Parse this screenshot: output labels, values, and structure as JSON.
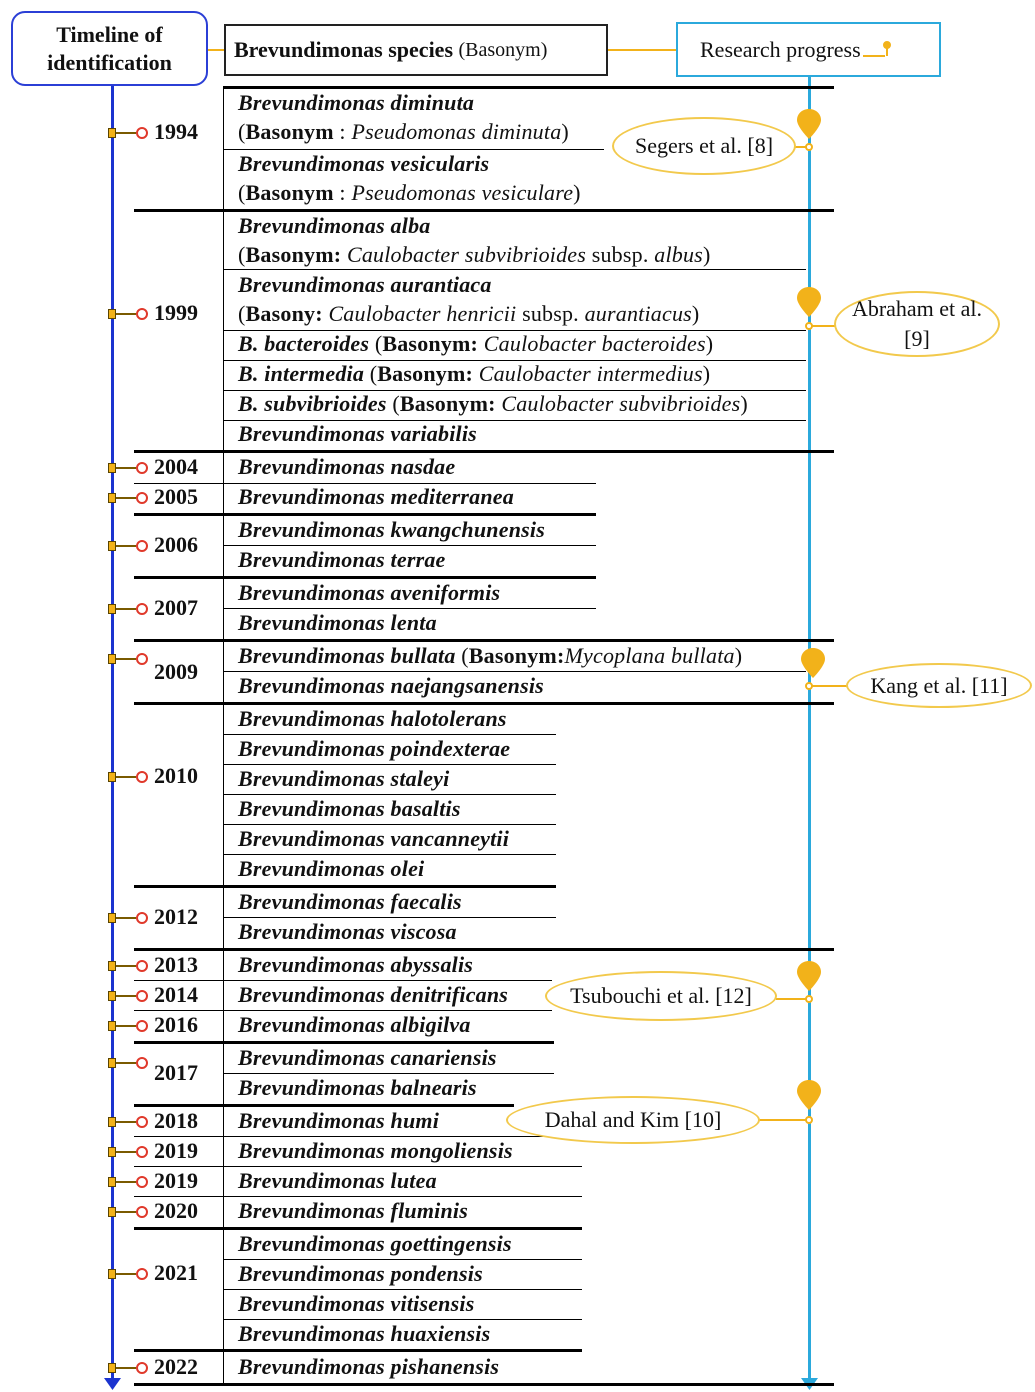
{
  "headers": {
    "timeline": [
      "Timeline of",
      "identification"
    ],
    "species_bold": "Brevundimonas species",
    "species_note": "(Basonym)",
    "research": "Research progress"
  },
  "years": {
    "y1994": "1994",
    "y1999": "1999",
    "y2004": "2004",
    "y2005": "2005",
    "y2006": "2006",
    "y2007": "2007",
    "y2009": "2009",
    "y2010": "2010",
    "y2012": "2012",
    "y2013": "2013",
    "y2014": "2014",
    "y2016": "2016",
    "y2017": "2017",
    "y2018": "2018",
    "y2019a": "2019",
    "y2019b": "2019",
    "y2020": "2020",
    "y2021": "2021",
    "y2022": "2022"
  },
  "species": {
    "diminuta": "Brevundimonas diminuta",
    "diminuta_basonym_label": "Basonym",
    "diminuta_basonym": "Pseudomonas diminuta",
    "vesicularis": "Brevundimonas vesicularis",
    "vesicularis_basonym_label": "Basonym",
    "vesicularis_basonym": "Pseudomonas vesiculare",
    "alba": "Brevundimonas alba",
    "alba_basonym_label": "Basonym:",
    "alba_basonym_a": "Caulobacter subvibrioides",
    "alba_basonym_b": "subsp.",
    "alba_basonym_c": "albus",
    "aurantiaca": "Brevundimonas aurantiaca",
    "aurantiaca_basonym_label": "Basony:",
    "aurantiaca_basonym_a": "Caulobacter henricii",
    "aurantiaca_basonym_b": "subsp.",
    "aurantiaca_basonym_c": "aurantiacus",
    "bacteroides": "B. bacteroides",
    "bacteroides_basonym_label": "Basonym:",
    "bacteroides_basonym": "Caulobacter bacteroides",
    "intermedia": "B. intermedia",
    "intermedia_basonym_label": "Basonym:",
    "intermedia_basonym": "Caulobacter intermedius",
    "subvibrioides": "B. subvibrioides",
    "subvibrioides_basonym_label": "Basonym:",
    "subvibrioides_basonym": "Caulobacter subvibrioides",
    "variabilis": "Brevundimonas variabilis",
    "nasdae": "Brevundimonas nasdae",
    "mediterranea": "Brevundimonas mediterranea",
    "kwangchunensis": "Brevundimonas kwangchunensis",
    "terrae": "Brevundimonas terrae",
    "aveniformis": "Brevundimonas aveniformis",
    "lenta": "Brevundimonas lenta",
    "bullata": "Brevundimonas bullata",
    "bullata_basonym_label": "Basonym:",
    "bullata_basonym": "Mycoplana bullata",
    "naejangsanensis": "Brevundimonas naejangsanensis",
    "halotolerans": "Brevundimonas halotolerans",
    "poindexterae": "Brevundimonas poindexterae",
    "staleyi": "Brevundimonas staleyi",
    "basaltis": "Brevundimonas basaltis",
    "vancanneytii": "Brevundimonas vancanneytii",
    "olei": "Brevundimonas olei",
    "faecalis": "Brevundimonas faecalis",
    "viscosa": "Brevundimonas viscosa",
    "abyssalis": "Brevundimonas abyssalis",
    "denitrificans": "Brevundimonas denitrificans",
    "albigilva": "Brevundimonas albigilva",
    "canariensis": "Brevundimonas canariensis",
    "balnearis": "Brevundimonas balnearis",
    "humi": "Brevundimonas humi",
    "mongoliensis": "Brevundimonas mongoliensis",
    "lutea": "Brevundimonas lutea",
    "fluminis": "Brevundimonas fluminis",
    "goettingensis": "Brevundimonas goettingensis",
    "pondensis": "Brevundimonas pondensis",
    "vitisensis": "Brevundimonas vitisensis",
    "huaxiensis": "Brevundimonas huaxiensis",
    "pishanensis": "Brevundimonas pishanensis"
  },
  "research": {
    "segers": "Segers et al. [8]",
    "abraham_1": "Abraham et al.",
    "abraham_2": "[9]",
    "kang": "Kang et al. [11]",
    "tsubouchi": "Tsubouchi et al. [12]",
    "dahal": "Dahal and Kim [10]"
  },
  "colors": {
    "left_axis": "#1b33cf",
    "right_axis": "#2ba9dc",
    "accent": "#f2b21a",
    "year_marker": "#e0392b"
  }
}
